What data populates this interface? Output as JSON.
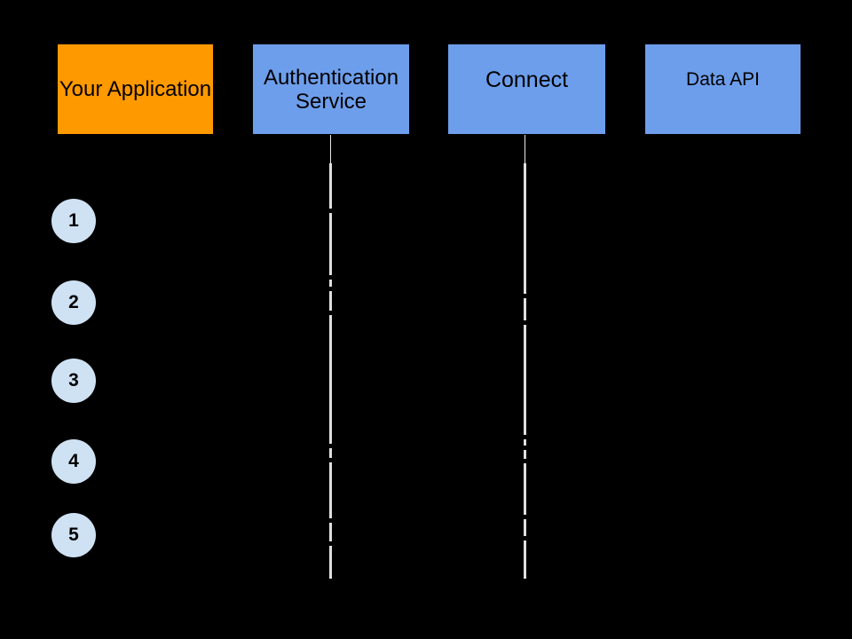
{
  "diagram": {
    "background_color": "#000000",
    "actors": [
      {
        "label": "Your Application",
        "fill": "#ff9900",
        "text_color": "#000000"
      },
      {
        "label": "Authentication Service",
        "fill": "#6d9eeb",
        "text_color": "#000000"
      },
      {
        "label": "Connect",
        "fill": "#6d9eeb",
        "text_color": "#000000"
      },
      {
        "label": "Data API",
        "fill": "#6d9eeb",
        "text_color": "#000000"
      }
    ],
    "lifelines": [
      {
        "actor": "Authentication Service",
        "color": "#dfdfdf"
      },
      {
        "actor": "Connect",
        "color": "#dfdfdf"
      }
    ],
    "steps": [
      {
        "label": "1"
      },
      {
        "label": "2"
      },
      {
        "label": "3"
      },
      {
        "label": "4"
      },
      {
        "label": "5"
      }
    ],
    "step_badge_fill": "#cfe2f3"
  }
}
